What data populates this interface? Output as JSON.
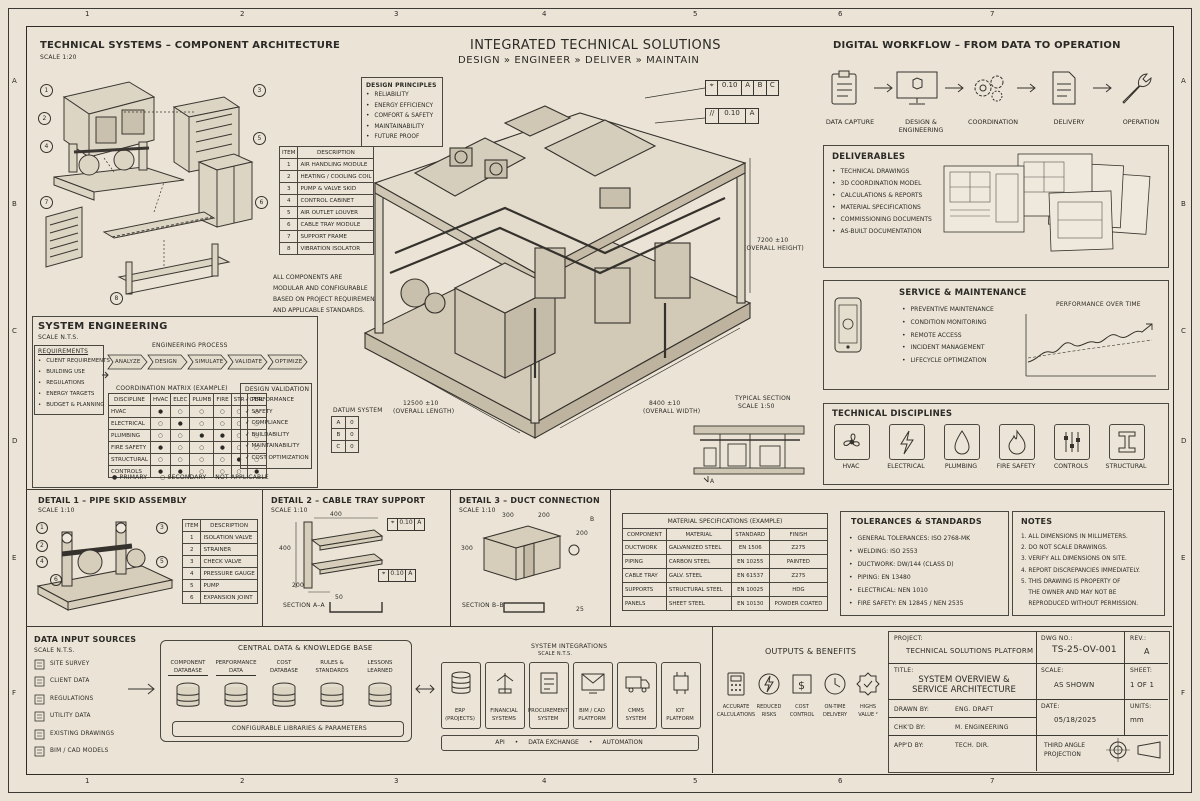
{
  "frame": {
    "col_numbers": [
      "1",
      "2",
      "3",
      "4",
      "5",
      "6",
      "7"
    ],
    "row_letters": [
      "A",
      "B",
      "C",
      "D",
      "E",
      "F"
    ]
  },
  "header": {
    "title": "INTEGRATED TECHNICAL SOLUTIONS",
    "subtitle": "DESIGN » ENGINEER » DELIVER » MAINTAIN"
  },
  "component_arch": {
    "title": "TECHNICAL SYSTEMS – COMPONENT ARCHITECTURE",
    "scale": "SCALE 1:20",
    "callouts": [
      "1",
      "2",
      "3",
      "4",
      "5",
      "6",
      "7",
      "8"
    ],
    "table_headers": [
      "ITEM",
      "DESCRIPTION"
    ],
    "items": [
      {
        "item": "1",
        "desc": "AIR HANDLING MODULE"
      },
      {
        "item": "2",
        "desc": "HEATING / COOLING COIL"
      },
      {
        "item": "3",
        "desc": "PUMP & VALVE SKID"
      },
      {
        "item": "4",
        "desc": "CONTROL CABINET"
      },
      {
        "item": "5",
        "desc": "AIR OUTLET LOUVER"
      },
      {
        "item": "6",
        "desc": "CABLE TRAY MODULE"
      },
      {
        "item": "7",
        "desc": "SUPPORT FRAME"
      },
      {
        "item": "8",
        "desc": "VIBRATION ISOLATOR"
      }
    ],
    "note": [
      "ALL COMPONENTS ARE",
      "MODULAR AND CONFIGURABLE",
      "BASED ON PROJECT REQUIREMENTS",
      "AND APPLICABLE STANDARDS."
    ]
  },
  "design_principles": {
    "title": "DESIGN PRINCIPLES",
    "items": [
      "RELIABILITY",
      "ENERGY EFFICIENCY",
      "COMFORT & SAFETY",
      "MAINTAINABILITY",
      "FUTURE PROOF"
    ]
  },
  "iso": {
    "tol1": [
      "0.10",
      "A",
      "B",
      "C"
    ],
    "tol2": [
      "//",
      "0.10",
      "A"
    ],
    "height": "7200 ±10",
    "height_label": "(OVERALL HEIGHT)",
    "length": "12500 ±10",
    "length_label": "(OVERALL LENGTH)",
    "width": "8400 ±10",
    "width_label": "(OVERALL WIDTH)",
    "datum_title": "DATUM SYSTEM",
    "datums": [
      "A",
      "B",
      "C"
    ],
    "datum_values": [
      "0",
      "0",
      "0"
    ],
    "section_title": "TYPICAL SECTION",
    "section_scale": "SCALE 1:50"
  },
  "system_eng": {
    "title": "SYSTEM ENGINEERING",
    "scale": "SCALE N.T.S.",
    "req_title": "REQUIREMENTS",
    "requirements": [
      "CLIENT REQUIREMENTS",
      "BUILDING USE",
      "REGULATIONS",
      "ENERGY TARGETS",
      "BUDGET & PLANNING"
    ],
    "process_title": "ENGINEERING PROCESS",
    "process": [
      "ANALYZE",
      "DESIGN",
      "SIMULATE",
      "VALIDATE",
      "OPTIMIZE"
    ],
    "matrix_title": "COORDINATION MATRIX (EXAMPLE)",
    "matrix_headers": [
      "DISCIPLINE",
      "HVAC",
      "ELEC",
      "PLUMB",
      "FIRE",
      "STR",
      "CTRL"
    ],
    "matrix_rows": [
      {
        "name": "HVAC",
        "cells": [
          "●",
          "○",
          "○",
          "○",
          "○",
          "○"
        ]
      },
      {
        "name": "ELECTRICAL",
        "cells": [
          "○",
          "●",
          "○",
          "○",
          "○",
          "○"
        ]
      },
      {
        "name": "PLUMBING",
        "cells": [
          "○",
          "○",
          "●",
          "●",
          "○",
          "○"
        ]
      },
      {
        "name": "FIRE SAFETY",
        "cells": [
          "●",
          "○",
          "○",
          "●",
          "○",
          "○"
        ]
      },
      {
        "name": "STRUCTURAL",
        "cells": [
          "○",
          "○",
          "○",
          "○",
          "●",
          "○"
        ]
      },
      {
        "name": "CONTROLS",
        "cells": [
          "●",
          "●",
          "○",
          "○",
          "○",
          "●"
        ]
      }
    ],
    "legend": [
      "● PRIMARY",
      "○ SECONDARY",
      "– NOT APPLICABLE"
    ],
    "validation_title": "DESIGN VALIDATION",
    "validation": [
      "PERFORMANCE",
      "SAFETY",
      "COMPLIANCE",
      "BUILDABILITY",
      "MAINTAINABILITY",
      "COST OPTIMIZATION"
    ]
  },
  "workflow": {
    "title": "DIGITAL WORKFLOW – FROM DATA TO OPERATION",
    "steps": [
      {
        "label": "DATA CAPTURE",
        "icon": "clipboard-icon"
      },
      {
        "label": "DESIGN &\nENGINEERING",
        "icon": "monitor-cube-icon"
      },
      {
        "label": "COORDINATION",
        "icon": "gears-icon"
      },
      {
        "label": "DELIVERY",
        "icon": "document-icon"
      },
      {
        "label": "OPERATION",
        "icon": "wrench-icon"
      }
    ]
  },
  "deliverables": {
    "title": "DELIVERABLES",
    "items": [
      "TECHNICAL DRAWINGS",
      "3D COORDINATION MODEL",
      "CALCULATIONS & REPORTS",
      "MATERIAL SPECIFICATIONS",
      "COMMISSIONING DOCUMENTS",
      "AS-BUILT DOCUMENTATION"
    ]
  },
  "service": {
    "title": "SERVICE & MAINTENANCE",
    "items": [
      "PREVENTIVE MAINTENANCE",
      "CONDITION MONITORING",
      "REMOTE ACCESS",
      "INCIDENT MANAGEMENT",
      "LIFECYCLE OPTIMIZATION"
    ],
    "chart_title": "PERFORMANCE OVER TIME"
  },
  "disciplines": {
    "title": "TECHNICAL DISCIPLINES",
    "items": [
      {
        "label": "HVAC",
        "icon": "fan-icon"
      },
      {
        "label": "ELECTRICAL",
        "icon": "lightning-icon"
      },
      {
        "label": "PLUMBING",
        "icon": "drop-icon"
      },
      {
        "label": "FIRE SAFETY",
        "icon": "flame-icon"
      },
      {
        "label": "CONTROLS",
        "icon": "sliders-icon"
      },
      {
        "label": "STRUCTURAL",
        "icon": "i-beam-icon"
      }
    ]
  },
  "detail1": {
    "title": "DETAIL 1 – PIPE SKID ASSEMBLY",
    "scale": "SCALE 1:10",
    "callouts": [
      "1",
      "2",
      "3",
      "4",
      "5",
      "6"
    ],
    "headers": [
      "ITEM",
      "DESCRIPTION"
    ],
    "items": [
      {
        "item": "1",
        "desc": "ISOLATION VALVE"
      },
      {
        "item": "2",
        "desc": "STRAINER"
      },
      {
        "item": "3",
        "desc": "CHECK VALVE"
      },
      {
        "item": "4",
        "desc": "PRESSURE GAUGE"
      },
      {
        "item": "5",
        "desc": "PUMP"
      },
      {
        "item": "6",
        "desc": "EXPANSION JOINT"
      }
    ]
  },
  "detail2": {
    "title": "DETAIL 2 – CABLE TRAY SUPPORT",
    "scale": "SCALE 1:10",
    "dims": [
      "400",
      "400",
      "200",
      "50"
    ],
    "tol1": [
      "0.10",
      "A"
    ],
    "tol2": [
      "0.10",
      "A"
    ],
    "section": "SECTION A–A"
  },
  "detail3": {
    "title": "DETAIL 3 – DUCT CONNECTION",
    "scale": "SCALE 1:10",
    "dims": [
      "300",
      "200",
      "300",
      "200",
      "B"
    ],
    "section": "SECTION B–B",
    "section_dim": "25"
  },
  "materials": {
    "title": "MATERIAL SPECIFICATIONS (EXAMPLE)",
    "headers": [
      "COMPONENT",
      "MATERIAL",
      "STANDARD",
      "FINISH"
    ],
    "rows": [
      [
        "DUCTWORK",
        "GALVANIZED STEEL",
        "EN 1506",
        "Z275"
      ],
      [
        "PIPING",
        "CARBON STEEL",
        "EN 10255",
        "PAINTED"
      ],
      [
        "CABLE TRAY",
        "GALV. STEEL",
        "EN 61537",
        "Z275"
      ],
      [
        "SUPPORTS",
        "STRUCTURAL STEEL",
        "EN 10025",
        "HDG"
      ],
      [
        "PANELS",
        "SHEET STEEL",
        "EN 10130",
        "POWDER COATED"
      ]
    ]
  },
  "tolerances": {
    "title": "TOLERANCES & STANDARDS",
    "items": [
      "GENERAL TOLERANCES: ISO 2768-mK",
      "WELDING: ISO 2553",
      "DUCTWORK: DW/144 (CLASS D)",
      "PIPING: EN 13480",
      "ELECTRICAL: NEN 1010",
      "FIRE SAFETY: EN 12845 / NEN 2535"
    ]
  },
  "notes": {
    "title": "NOTES",
    "items": [
      "1. ALL DIMENSIONS IN MILLIMETERS.",
      "2. DO NOT SCALE DRAWINGS.",
      "3. VERIFY ALL DIMENSIONS ON SITE.",
      "4. REPORT DISCREPANCIES IMMEDIATELY.",
      "5. THIS DRAWING IS PROPERTY OF",
      "    THE OWNER AND MAY NOT BE",
      "    REPRODUCED WITHOUT PERMISSION."
    ]
  },
  "data_input": {
    "title": "DATA INPUT SOURCES",
    "scale": "SCALE N.T.S.",
    "items": [
      "SITE SURVEY",
      "CLIENT DATA",
      "REGULATIONS",
      "UTILITY DATA",
      "EXISTING DRAWINGS",
      "BIM / CAD MODELS"
    ]
  },
  "knowledge": {
    "title": "CENTRAL DATA & KNOWLEDGE BASE",
    "dbs": [
      {
        "label": "COMPONENT\nDATABASE"
      },
      {
        "label": "PERFORMANCE\nDATA"
      },
      {
        "label": "COST\nDATABASE"
      },
      {
        "label": "RULES &\nSTANDARDS"
      },
      {
        "label": "LESSONS\nLEARNED"
      }
    ],
    "footer": "CONFIGURABLE LIBRARIES & PARAMETERS"
  },
  "integrations": {
    "title": "SYSTEM INTEGRATIONS",
    "scale": "SCALE N.T.S.",
    "items": [
      {
        "label": "ERP\n(PROJECTS)",
        "icon": "database-icon"
      },
      {
        "label": "FINANCIAL\nSYSTEMS",
        "icon": "finance-icon"
      },
      {
        "label": "PROCUREMENT\nSYSTEM",
        "icon": "procurement-icon"
      },
      {
        "label": "BIM / CAD\nPLATFORM",
        "icon": "bim-icon"
      },
      {
        "label": "CMMS\nSYSTEM",
        "icon": "truck-icon"
      },
      {
        "label": "IOT\nPLATFORM",
        "icon": "iot-icon"
      }
    ],
    "footer": [
      "API",
      "DATA EXCHANGE",
      "AUTOMATION"
    ]
  },
  "outputs": {
    "title": "OUTPUTS & BENEFITS",
    "items": [
      {
        "label": "ACCURATE\nCALCULATIONS",
        "icon": "calculator-icon"
      },
      {
        "label": "REDUCED\nRISKS",
        "icon": "risk-icon"
      },
      {
        "label": "COST\nCONTROL",
        "icon": "cost-icon"
      },
      {
        "label": "ON-TIME\nDELIVERY",
        "icon": "clock-icon"
      },
      {
        "label": "HIGHS\nVALUE ²",
        "icon": "badge-icon"
      }
    ]
  },
  "title_block": {
    "project_label": "PROJECT:",
    "project": "TECHNICAL SOLUTIONS PLATFORM",
    "dwg_label": "DWG NO.:",
    "dwg": "TS-25-OV-001",
    "rev_label": "REV.:",
    "rev": "A",
    "title_label": "TITLE:",
    "title": "SYSTEM OVERVIEW &\nSERVICE ARCHITECTURE",
    "scale_label": "SCALE:",
    "scale": "AS SHOWN",
    "sheet_label": "SHEET:",
    "sheet": "1 OF 1",
    "drawn_label": "DRAWN BY:",
    "drawn": "ENG. DRAFT",
    "checked_label": "CHK'D BY:",
    "checked": "M. ENGINEERING",
    "approved_label": "APP'D BY:",
    "approved": "TECH. DIR.",
    "date_label": "DATE:",
    "date": "05/18/2025",
    "units_label": "UNITS:",
    "units": "mm",
    "projection": "THIRD ANGLE\nPROJECTION"
  }
}
